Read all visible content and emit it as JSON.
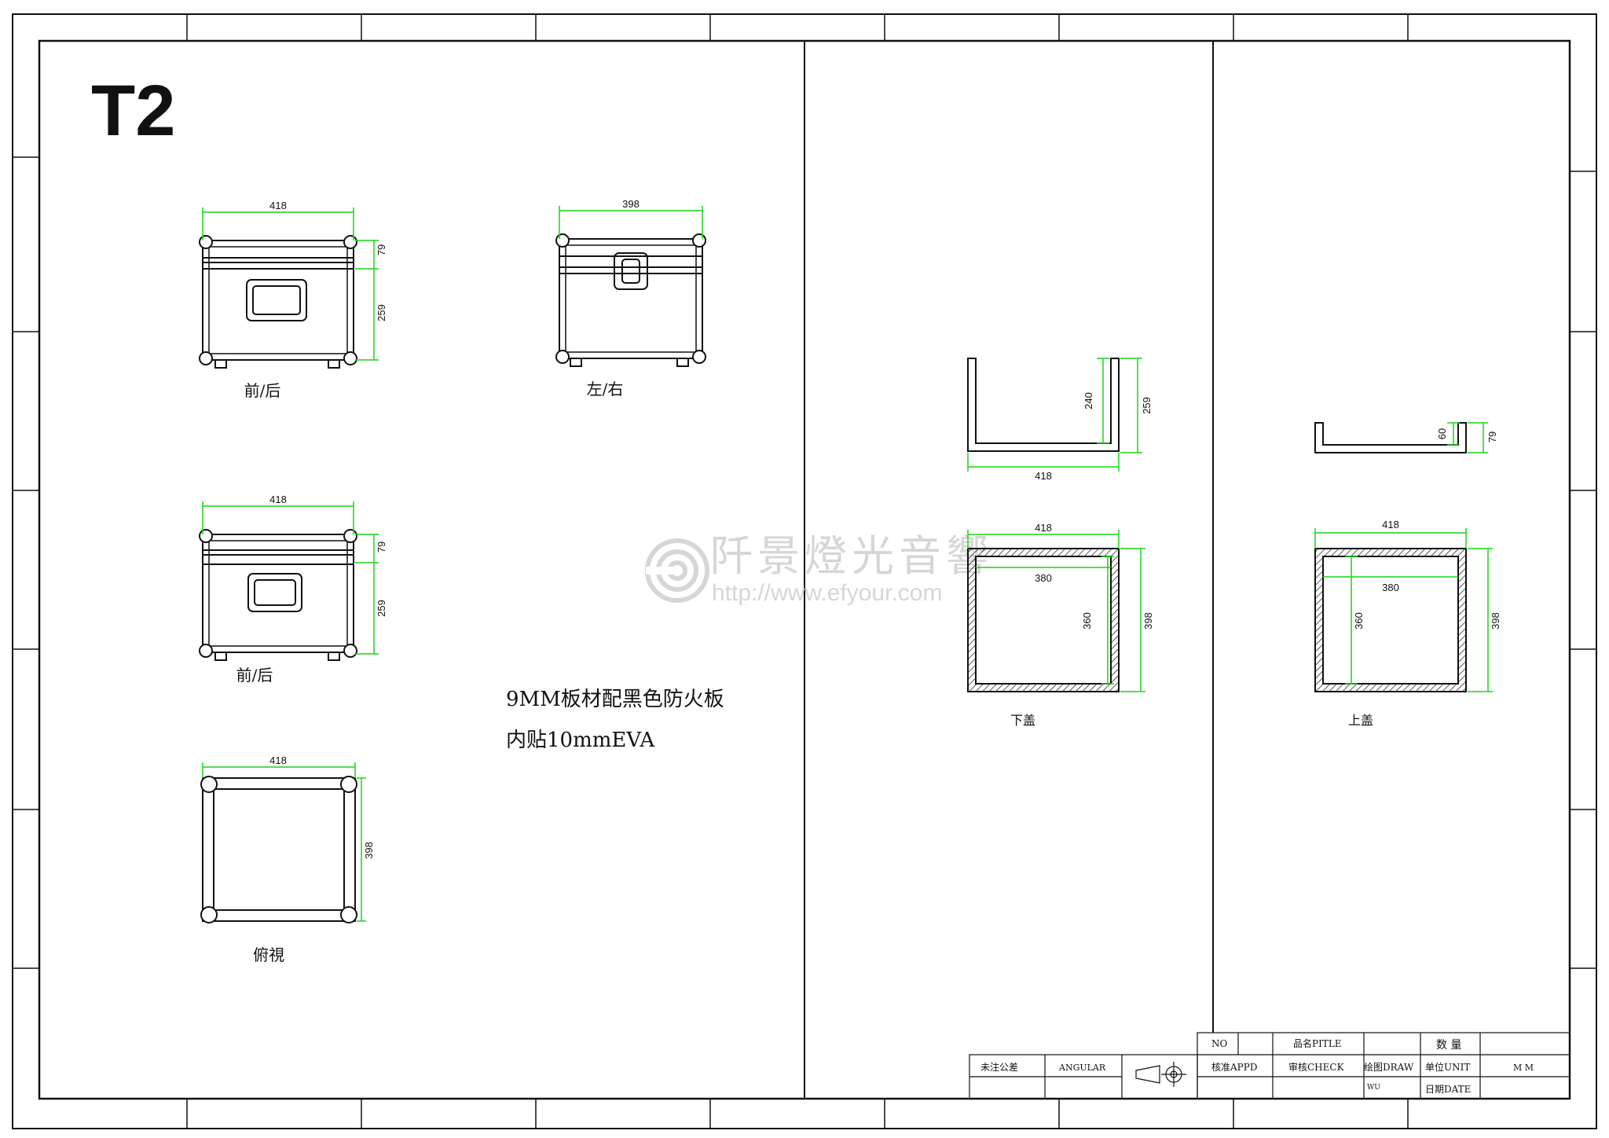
{
  "sheet": {
    "title": "T2",
    "note_line1": "9MM板材配黑色防火板",
    "note_line2": "内贴10mmEVA"
  },
  "watermark": {
    "text": "阡景燈光音響",
    "url": "http://www.efyour.com"
  },
  "views": {
    "front_a": {
      "width": "418",
      "lid_height": "79",
      "body_height": "259",
      "label": "前/后"
    },
    "side": {
      "width": "398",
      "label": "左/右"
    },
    "front_b": {
      "width": "418",
      "lid_height": "79",
      "body_height": "259",
      "label": "前/后"
    },
    "top": {
      "width": "418",
      "depth": "398",
      "label": "俯視"
    },
    "lower_lid": {
      "inner_height": "240",
      "outer_height": "259",
      "width": "418",
      "plan_width": "418",
      "inner_width": "380",
      "inner_depth": "360",
      "outer_depth": "398",
      "label": "下盖"
    },
    "upper_lid": {
      "inner_height": "60",
      "outer_height": "79",
      "plan_width": "418",
      "inner_width": "380",
      "inner_depth": "360",
      "outer_depth": "398",
      "label": "上盖"
    }
  },
  "title_block": {
    "no": "NO",
    "product_name": "品名PITLE",
    "quantity": "数 量",
    "tolerance": "未注公差",
    "angular": "ANGULAR",
    "approved": "核准APPD",
    "checked": "审核CHECK",
    "drawn": "绘图DRAW",
    "unit_label": "单位UNIT",
    "unit_value": "M M",
    "drawer_name": "WU",
    "date_label": "日期DATE"
  },
  "colors": {
    "line": "#111111",
    "dimension": "#18d418",
    "watermark": "#d2d2d2"
  }
}
